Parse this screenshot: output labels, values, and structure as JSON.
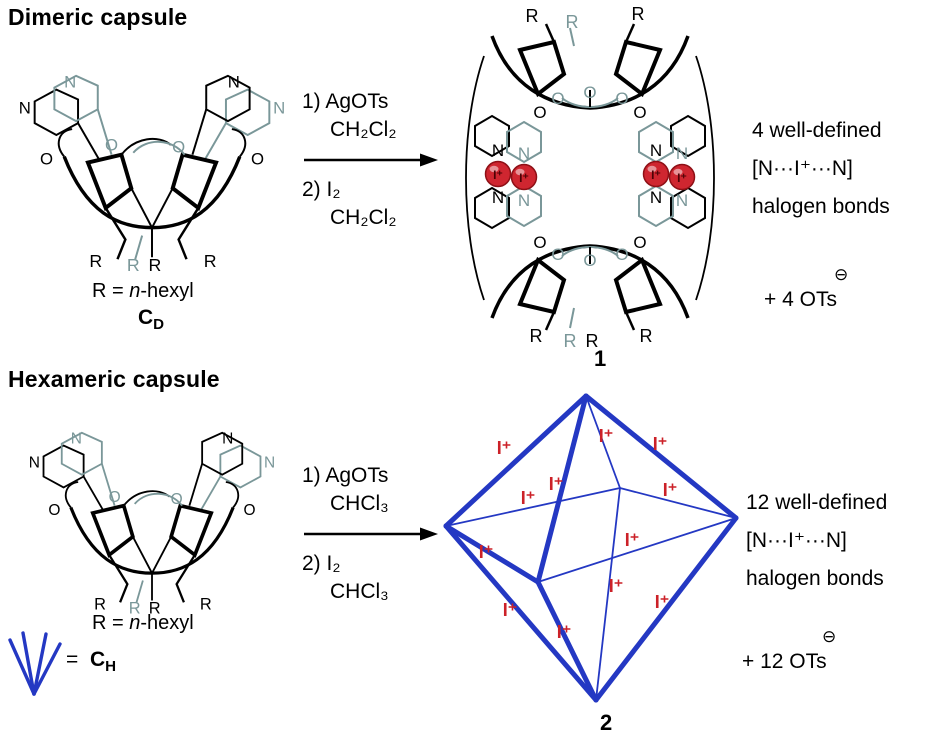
{
  "colors": {
    "accent_blue": "#2438c3",
    "iodine_red": "#cc2128",
    "sphere_red": "#cf2630",
    "atom_gray": "#7a9799",
    "text_black": "#000000"
  },
  "atoms": {
    "n": "N",
    "o": "O",
    "r": "R",
    "iplus": "I⁺"
  },
  "dimeric": {
    "heading": "Dimeric capsule",
    "r_definition": {
      "prefix": "R = ",
      "italic": "n",
      "suffix": "-hexyl"
    },
    "compound": {
      "main": "C",
      "sub": "D"
    },
    "arrow": {
      "step1": "1) AgOTs",
      "solvent1": "CH₂Cl₂",
      "step2": "2) I₂",
      "solvent2": "CH₂Cl₂"
    },
    "product": {
      "number": "1",
      "annotation": [
        "4 well-defined",
        "[N···I⁺···N]",
        "halogen bonds"
      ],
      "counterion": "+ 4 OTs",
      "charge": "⊖"
    }
  },
  "hexameric": {
    "heading": "Hexameric capsule",
    "r_definition": {
      "prefix": "R = ",
      "italic": "n",
      "suffix": "-hexyl"
    },
    "symbol": {
      "equals": "=",
      "main": "C",
      "sub": "H"
    },
    "arrow": {
      "step1": "1) AgOTs",
      "solvent1": "CHCl₃",
      "step2": "2) I₂",
      "solvent2": "CHCl₃"
    },
    "product": {
      "number": "2",
      "annotation": [
        "12 well-defined",
        "[N···I⁺···N]",
        "halogen bonds"
      ],
      "counterion": "+ 12 OTs",
      "charge": "⊖"
    }
  }
}
